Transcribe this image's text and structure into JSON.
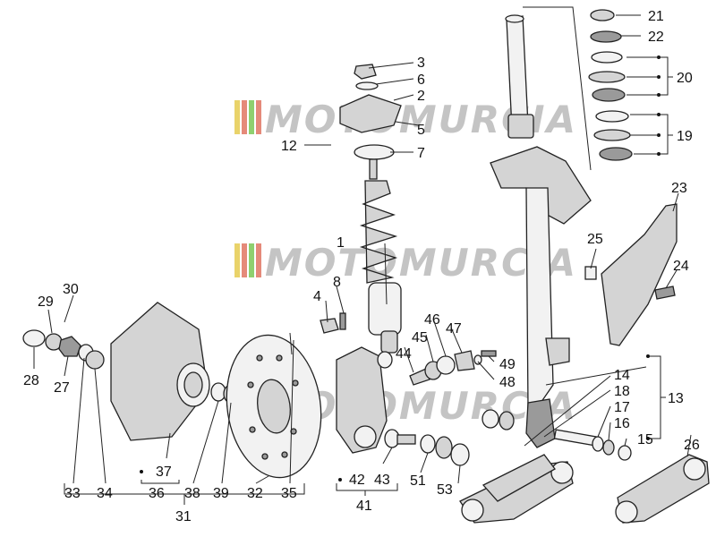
{
  "watermark": {
    "text": "MOTOMURCIA",
    "stripe_colors": [
      "#e9d36a",
      "#e58a7a",
      "#8fd06f",
      "#e58a7a"
    ]
  },
  "labels": {
    "n1": "1",
    "n2": "2",
    "n3": "3",
    "n4": "4",
    "n5": "5",
    "n6": "6",
    "n7": "7",
    "n8": "8",
    "n12": "12",
    "n13": "13",
    "n14": "14",
    "n15": "15",
    "n16": "16",
    "n17": "17",
    "n18": "18",
    "n19": "19",
    "n20": "20",
    "n21": "21",
    "n22": "22",
    "n23": "23",
    "n24": "24",
    "n25": "25",
    "n26": "26",
    "n27": "27",
    "n28": "28",
    "n29": "29",
    "n30": "30",
    "n31": "31",
    "n32": "32",
    "n33": "33",
    "n34": "34",
    "n35": "35",
    "n36": "36",
    "n37": "37",
    "n38": "38",
    "n39": "39",
    "n41": "41",
    "n42": "42",
    "n43": "43",
    "n44": "44",
    "n45": "45",
    "n46": "46",
    "n47": "47",
    "n48": "48",
    "n49": "49",
    "n51": "51",
    "n53": "53"
  }
}
